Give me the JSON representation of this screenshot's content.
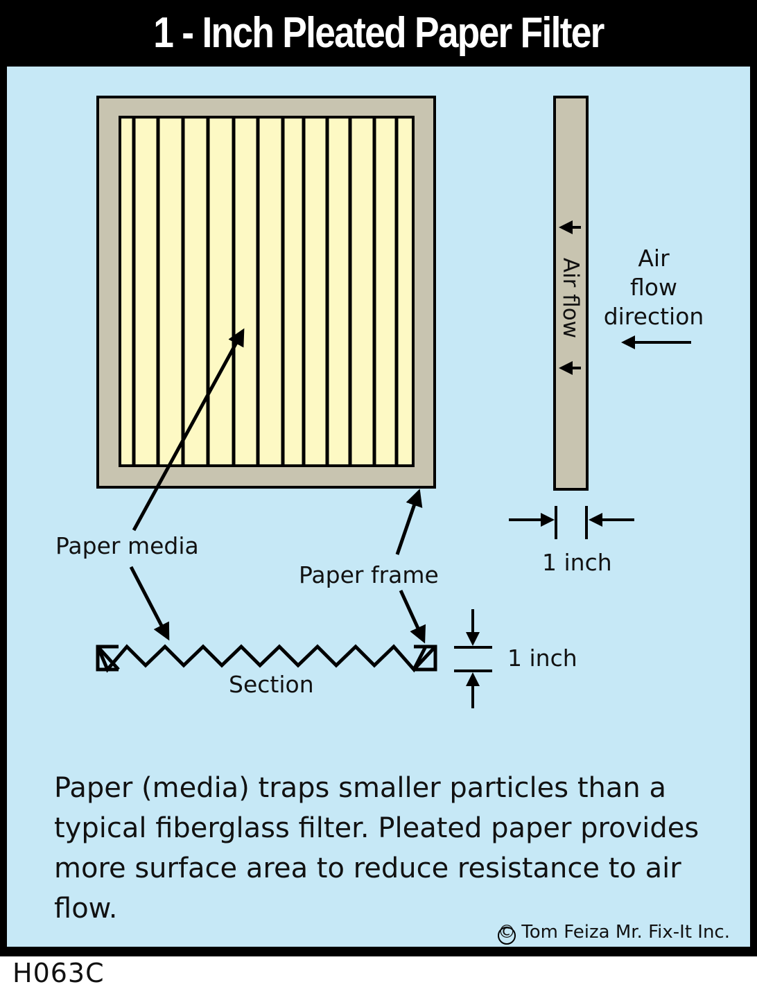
{
  "title": "1 - Inch Pleated Paper Filter",
  "labels": {
    "paper_media": "Paper media",
    "paper_frame": "Paper frame",
    "section": "Section",
    "air_flow_rotated": "Air flow",
    "air_flow_direction": [
      "Air",
      "flow",
      "direction"
    ],
    "one_inch_side": "1 inch",
    "one_inch_section": "1 inch"
  },
  "caption": "Paper (media) traps smaller particles than a typical fiberglass filter.  Pleated paper provides more surface area to reduce resistance to air flow.",
  "copyright": "©  Tom Feiza Mr. Fix-It Inc.",
  "code": "H063C",
  "colors": {
    "background": "#c6e8f6",
    "frame": "#c8c4b0",
    "media": "#fdf9c4",
    "ink": "#000000"
  },
  "icons": [
    "arrow-icon",
    "dimension-arrow-icon"
  ]
}
